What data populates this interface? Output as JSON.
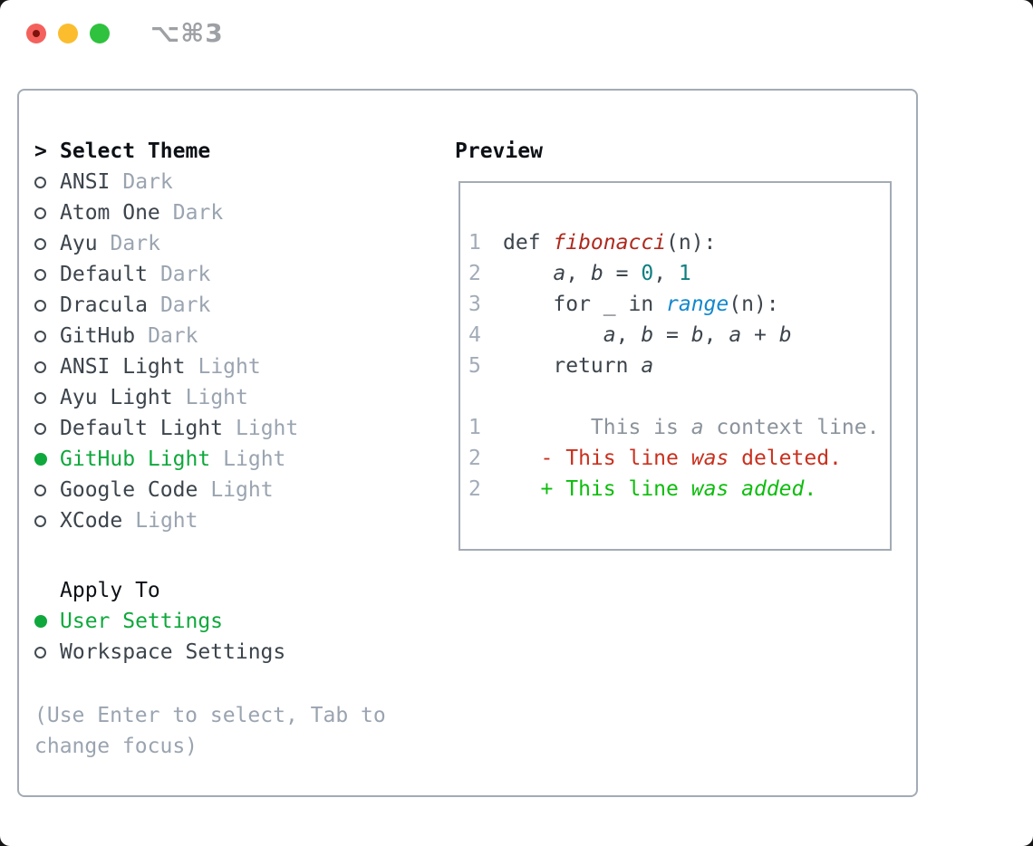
{
  "window": {
    "title": "⌥⌘3"
  },
  "colors": {
    "text": "#3c444c",
    "heading": "#0d1116",
    "muted": "#9aa4b0",
    "line_number": "#a2acb8",
    "context_gray": "#8b939c",
    "green_selected": "#0fa83c",
    "green_added": "#0dbd0d",
    "red_deleted": "#c9301e",
    "red_function": "#ae2a1e",
    "teal_number": "#0f7f80",
    "blue_builtin": "#1388cf",
    "border": "#a3abb5",
    "traffic_red": "#f4615c",
    "traffic_yellow": "#fbbd2e",
    "traffic_green": "#2ec23e",
    "title_gray": "#9da0a4"
  },
  "theme_list": {
    "marker": ">",
    "header": "Select Theme",
    "items": [
      {
        "label": "ANSI",
        "tag": "Dark",
        "selected": false
      },
      {
        "label": "Atom One",
        "tag": "Dark",
        "selected": false
      },
      {
        "label": "Ayu",
        "tag": "Dark",
        "selected": false
      },
      {
        "label": "Default",
        "tag": "Dark",
        "selected": false
      },
      {
        "label": "Dracula",
        "tag": "Dark",
        "selected": false
      },
      {
        "label": "GitHub",
        "tag": "Dark",
        "selected": false
      },
      {
        "label": "ANSI Light",
        "tag": "Light",
        "selected": false
      },
      {
        "label": "Ayu Light",
        "tag": "Light",
        "selected": false
      },
      {
        "label": "Default Light",
        "tag": "Light",
        "selected": false
      },
      {
        "label": "GitHub Light",
        "tag": "Light",
        "selected": true
      },
      {
        "label": "Google Code",
        "tag": "Light",
        "selected": false
      },
      {
        "label": "XCode",
        "tag": "Light",
        "selected": false
      }
    ]
  },
  "apply_to": {
    "header": "Apply To",
    "items": [
      {
        "label": "User Settings",
        "selected": true
      },
      {
        "label": "Workspace Settings",
        "selected": false
      }
    ]
  },
  "hint": "(Use Enter to select, Tab to change focus)",
  "preview": {
    "header": "Preview",
    "lines": [
      {
        "num": "1",
        "tokens": [
          {
            "t": "def "
          },
          {
            "t": "fibonacci",
            "c": "fn",
            "i": true
          },
          {
            "t": "(n):"
          }
        ]
      },
      {
        "num": "2",
        "tokens": [
          {
            "t": "    "
          },
          {
            "t": "a",
            "i": true
          },
          {
            "t": ", "
          },
          {
            "t": "b",
            "i": true
          },
          {
            "t": " = "
          },
          {
            "t": "0",
            "c": "num"
          },
          {
            "t": ", "
          },
          {
            "t": "1",
            "c": "num"
          }
        ]
      },
      {
        "num": "3",
        "tokens": [
          {
            "t": "    for _ in "
          },
          {
            "t": "range",
            "c": "bi",
            "i": true
          },
          {
            "t": "(n):"
          }
        ]
      },
      {
        "num": "4",
        "tokens": [
          {
            "t": "        "
          },
          {
            "t": "a",
            "i": true
          },
          {
            "t": ", "
          },
          {
            "t": "b",
            "i": true
          },
          {
            "t": " = "
          },
          {
            "t": "b",
            "i": true
          },
          {
            "t": ", "
          },
          {
            "t": "a",
            "i": true
          },
          {
            "t": " + "
          },
          {
            "t": "b",
            "i": true
          }
        ]
      },
      {
        "num": "5",
        "tokens": [
          {
            "t": "    return "
          },
          {
            "t": "a",
            "i": true
          }
        ]
      },
      {
        "num": "",
        "tokens": []
      },
      {
        "num": "1",
        "tokens": [
          {
            "t": "       This is ",
            "c": "ctx"
          },
          {
            "t": "a",
            "c": "ctx",
            "i": true
          },
          {
            "t": " context line.",
            "c": "ctx"
          }
        ]
      },
      {
        "num": "2",
        "tokens": [
          {
            "t": "   - This line ",
            "c": "del"
          },
          {
            "t": "was",
            "c": "del",
            "i": true
          },
          {
            "t": " deleted.",
            "c": "del"
          }
        ]
      },
      {
        "num": "2",
        "tokens": [
          {
            "t": "   + This line ",
            "c": "add"
          },
          {
            "t": "was",
            "c": "add",
            "i": true
          },
          {
            "t": " ",
            "c": "add"
          },
          {
            "t": "added",
            "c": "add",
            "i": true
          },
          {
            "t": ".",
            "c": "add"
          }
        ]
      }
    ]
  }
}
